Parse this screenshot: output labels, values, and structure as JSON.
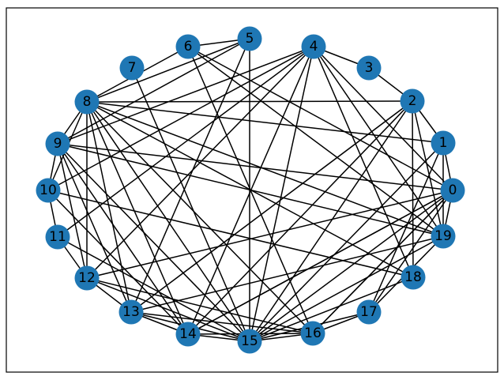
{
  "graph": {
    "node_color": "#1f77b4",
    "edge_color": "#000000",
    "nodes": [
      {
        "id": "0"
      },
      {
        "id": "1"
      },
      {
        "id": "2"
      },
      {
        "id": "3"
      },
      {
        "id": "4"
      },
      {
        "id": "5"
      },
      {
        "id": "6"
      },
      {
        "id": "7"
      },
      {
        "id": "8"
      },
      {
        "id": "9"
      },
      {
        "id": "10"
      },
      {
        "id": "11"
      },
      {
        "id": "12"
      },
      {
        "id": "13"
      },
      {
        "id": "14"
      },
      {
        "id": "15"
      },
      {
        "id": "16"
      },
      {
        "id": "17"
      },
      {
        "id": "18"
      },
      {
        "id": "19"
      }
    ],
    "edges": [
      [
        "0",
        "1"
      ],
      [
        "0",
        "9"
      ],
      [
        "0",
        "12"
      ],
      [
        "0",
        "14"
      ],
      [
        "0",
        "15"
      ],
      [
        "0",
        "16"
      ],
      [
        "0",
        "17"
      ],
      [
        "0",
        "6"
      ],
      [
        "0",
        "19"
      ],
      [
        "1",
        "2"
      ],
      [
        "1",
        "8"
      ],
      [
        "1",
        "15"
      ],
      [
        "1",
        "19"
      ],
      [
        "1",
        "17"
      ],
      [
        "2",
        "3"
      ],
      [
        "2",
        "8"
      ],
      [
        "2",
        "13"
      ],
      [
        "2",
        "14"
      ],
      [
        "2",
        "15"
      ],
      [
        "2",
        "18"
      ],
      [
        "2",
        "19"
      ],
      [
        "4",
        "3"
      ],
      [
        "4",
        "9"
      ],
      [
        "4",
        "11"
      ],
      [
        "4",
        "12"
      ],
      [
        "4",
        "14"
      ],
      [
        "4",
        "15"
      ],
      [
        "4",
        "18"
      ],
      [
        "4",
        "19"
      ],
      [
        "4",
        "0"
      ],
      [
        "4",
        "10"
      ],
      [
        "5",
        "6"
      ],
      [
        "5",
        "8"
      ],
      [
        "5",
        "9"
      ],
      [
        "5",
        "13"
      ],
      [
        "5",
        "15"
      ],
      [
        "6",
        "8"
      ],
      [
        "6",
        "16"
      ],
      [
        "6",
        "19"
      ],
      [
        "7",
        "15"
      ],
      [
        "8",
        "9"
      ],
      [
        "8",
        "10"
      ],
      [
        "8",
        "12"
      ],
      [
        "8",
        "13"
      ],
      [
        "8",
        "14"
      ],
      [
        "8",
        "15"
      ],
      [
        "8",
        "16"
      ],
      [
        "8",
        "18"
      ],
      [
        "8",
        "19"
      ],
      [
        "9",
        "10"
      ],
      [
        "9",
        "12"
      ],
      [
        "9",
        "13"
      ],
      [
        "9",
        "14"
      ],
      [
        "9",
        "15"
      ],
      [
        "9",
        "19"
      ],
      [
        "10",
        "11"
      ],
      [
        "10",
        "18"
      ],
      [
        "10",
        "14"
      ],
      [
        "11",
        "12"
      ],
      [
        "11",
        "15"
      ],
      [
        "12",
        "13"
      ],
      [
        "12",
        "15"
      ],
      [
        "12",
        "16"
      ],
      [
        "13",
        "14"
      ],
      [
        "13",
        "15"
      ],
      [
        "13",
        "16"
      ],
      [
        "13",
        "19"
      ],
      [
        "14",
        "15"
      ],
      [
        "14",
        "16"
      ],
      [
        "14",
        "0"
      ],
      [
        "15",
        "16"
      ],
      [
        "15",
        "17"
      ],
      [
        "15",
        "18"
      ],
      [
        "15",
        "19"
      ],
      [
        "16",
        "17"
      ],
      [
        "16",
        "0"
      ],
      [
        "17",
        "19"
      ]
    ]
  }
}
